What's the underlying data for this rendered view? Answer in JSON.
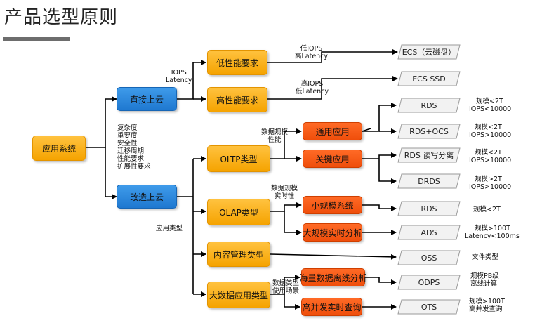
{
  "title": "产品选型原则",
  "nodes": {
    "root": "应用系统",
    "direct": "直接上云",
    "refactor": "改造上云",
    "low_perf": "低性能要求",
    "high_perf": "高性能要求",
    "oltp": "OLTP类型",
    "olap": "OLAP类型",
    "cms": "内容管理类型",
    "bigdata": "大数据应用类型",
    "general_app": "通用应用",
    "key_app": "关键应用",
    "small_sys": "小规模系统",
    "large_rt": "大规模实时分析",
    "offline": "海量数据离线分析",
    "concurrent": "高并发实时查询"
  },
  "leaves": {
    "ecs_cloud": "ECS（云磁盘）",
    "ecs_ssd": "ECS SSD",
    "rds1": "RDS",
    "rds_ocs": "RDS+OCS",
    "rds_rw": "RDS 读写分离",
    "drds": "DRDS",
    "rds2": "RDS",
    "ads": "ADS",
    "oss": "OSS",
    "odps": "ODPS",
    "ots": "OTS"
  },
  "edge_labels": {
    "iops_1": "IOPS",
    "iops_2": "Latency",
    "factors": [
      "复杂度",
      "重要度",
      "安全性",
      "迁移周期",
      "性能要求",
      "扩展性要求"
    ],
    "app_type": "应用类型",
    "low_1": "低IOPS",
    "low_2": "高Latency",
    "high_1": "高IOPS",
    "high_2": "低Latency",
    "oltp_1": "数据规模",
    "oltp_2": "性能",
    "olap_1": "数据规模",
    "olap_2": "实时性",
    "bd_1": "数据类型",
    "bd_2": "使用场景"
  },
  "notes": {
    "rds1_1": "规模<2T",
    "rds1_2": "IOPS<10000",
    "rdsocs_1": "规模<2T",
    "rdsocs_2": "IOPS>10000",
    "rdsrw_1": "规模<2T",
    "rdsrw_2": "IOPS>10000",
    "drds_1": "规模>2T",
    "drds_2": "IOPS>10000",
    "rds2_1": "规模<2T",
    "ads_1": "规模>100T",
    "ads_2": "Latency<100ms",
    "oss_1": "文件类型",
    "odps_1": "规模PB级",
    "odps_2": "离线计算",
    "ots_1": "规模>100T",
    "ots_2": "高并发查询"
  },
  "colors": {
    "orange": "#f5a300",
    "blue": "#1f78d0",
    "red": "#ef4e0b",
    "leaf_fill": "#f2f2f2",
    "leaf_stroke": "#9a9a9a"
  }
}
